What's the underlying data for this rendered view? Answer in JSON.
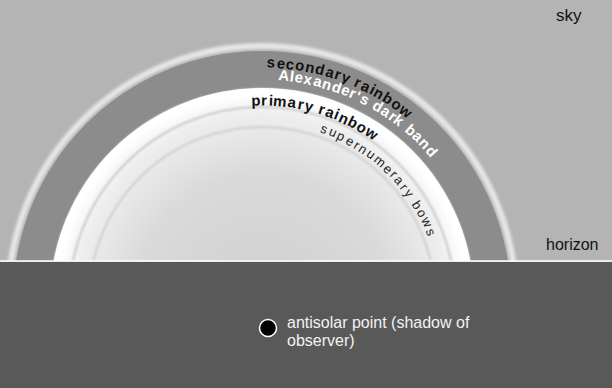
{
  "diagram": {
    "labels": [
      "sky",
      "secondary rainbow",
      "Alexander's dark band",
      "primary rainbow",
      "supernumerary bows",
      "horizon",
      "antisolar point (shadow of observer)"
    ]
  }
}
